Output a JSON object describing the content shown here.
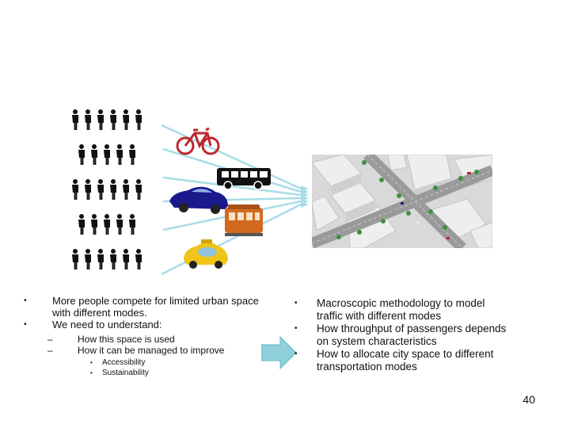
{
  "left_list": {
    "item1": "More people compete for limited urban space with different modes.",
    "item2": "We need to understand:",
    "sub1": "How this space is used",
    "sub2": "How it can be managed to improve",
    "subsub1": "Accessibility",
    "subsub2": "Sustainability"
  },
  "right_list": {
    "item1": "Macroscopic methodology to model traffic with different modes",
    "item2": "How throughput of passengers depends on system characteristics",
    "item3": "How to allocate city space to different transportation modes"
  },
  "bullet_glyph": "•",
  "dash_glyph": "–",
  "page_number": "40",
  "icons": [
    "people-group-icon",
    "bicycle-icon",
    "bus-icon",
    "car-icon",
    "tram-icon",
    "taxi-icon",
    "arrow-right-icon"
  ],
  "colors": {
    "arrow_lines": "#a8dde8",
    "block_arrow": "#8fd0dc",
    "bicycle": "#c0272d",
    "car": "#1a1a8c",
    "tram": "#d2691e",
    "taxi": "#f0c419"
  }
}
